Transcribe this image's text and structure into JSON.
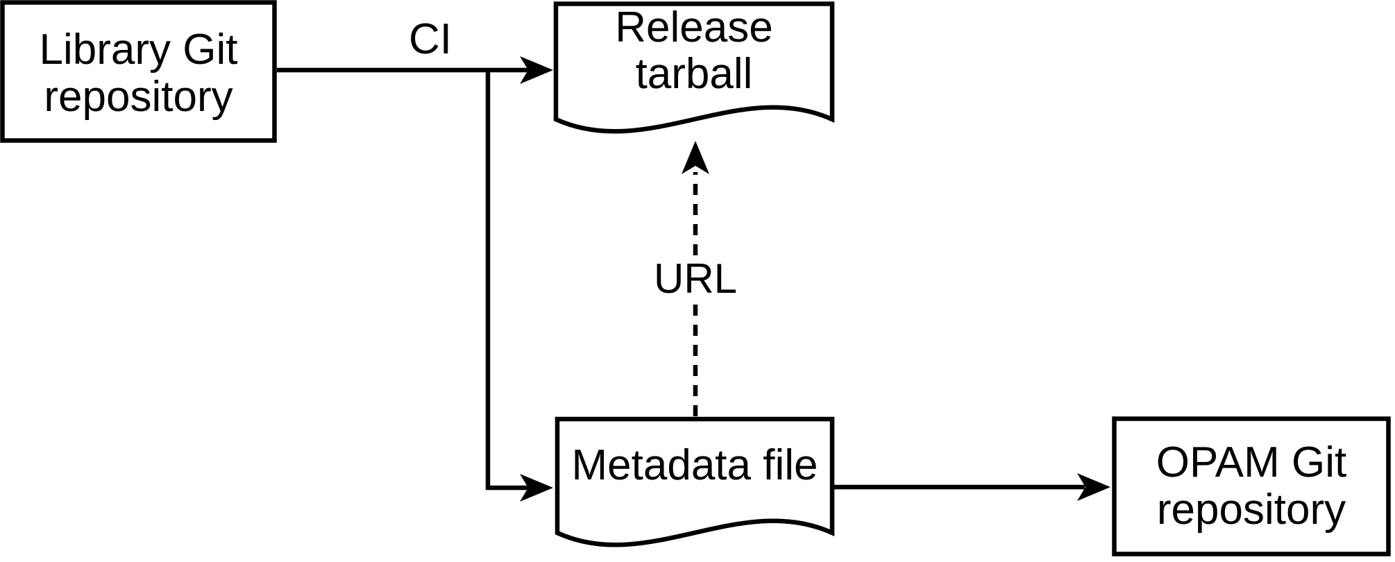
{
  "diagram": {
    "type": "flowchart",
    "background_color": "#ffffff",
    "stroke_color": "#000000",
    "nodes": [
      {
        "id": "library-git-repo",
        "shape": "rectangle",
        "lines": [
          "Library Git",
          "repository"
        ]
      },
      {
        "id": "release-tarball",
        "shape": "document",
        "lines": [
          "Release",
          "tarball"
        ]
      },
      {
        "id": "metadata-file",
        "shape": "document",
        "lines": [
          "Metadata file"
        ]
      },
      {
        "id": "opam-git-repo",
        "shape": "rectangle",
        "lines": [
          "OPAM Git",
          "repository"
        ]
      }
    ],
    "edges": [
      {
        "from": "library-git-repo",
        "to": "release-tarball",
        "label": "CI",
        "style": "solid"
      },
      {
        "from": "library-git-repo",
        "to": "metadata-file",
        "label": "",
        "style": "solid"
      },
      {
        "from": "metadata-file",
        "to": "release-tarball",
        "label": "URL",
        "style": "dashed"
      },
      {
        "from": "metadata-file",
        "to": "opam-git-repo",
        "label": "",
        "style": "solid"
      }
    ]
  }
}
